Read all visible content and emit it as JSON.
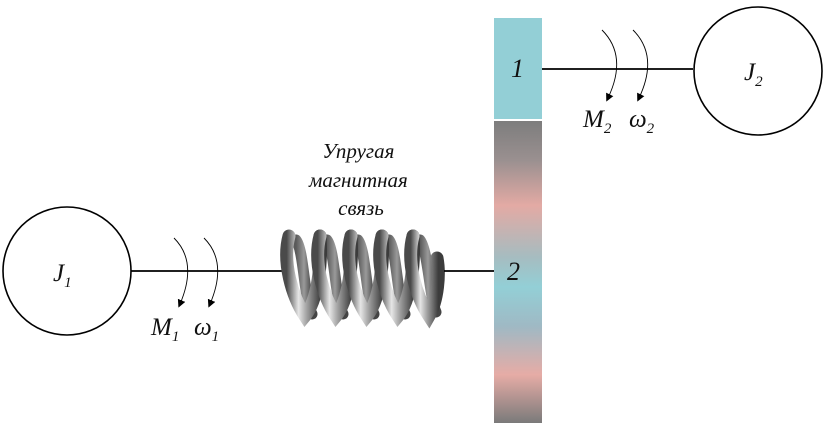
{
  "inertia_left": {
    "symbol": "J",
    "subscript": "1"
  },
  "inertia_right": {
    "symbol": "J",
    "subscript": "2"
  },
  "moment_left": {
    "symbol": "M",
    "subscript": "1"
  },
  "speed_left": {
    "symbol": "ω",
    "subscript": "1"
  },
  "moment_right": {
    "symbol": "M",
    "subscript": "2"
  },
  "speed_right": {
    "symbol": "ω",
    "subscript": "2"
  },
  "spring_caption": [
    "Упругая",
    "магнитная",
    "связь"
  ],
  "bar_section_top_label": "1",
  "bar_section_bottom_label": "2",
  "colors": {
    "bar_top": "#93cfd6",
    "bar_grey": "#7a7a7a",
    "bar_pink": "#e3aaa4",
    "bar_blue": "#93cfd6",
    "spring": "#8a8a8a",
    "line": "#000000"
  }
}
